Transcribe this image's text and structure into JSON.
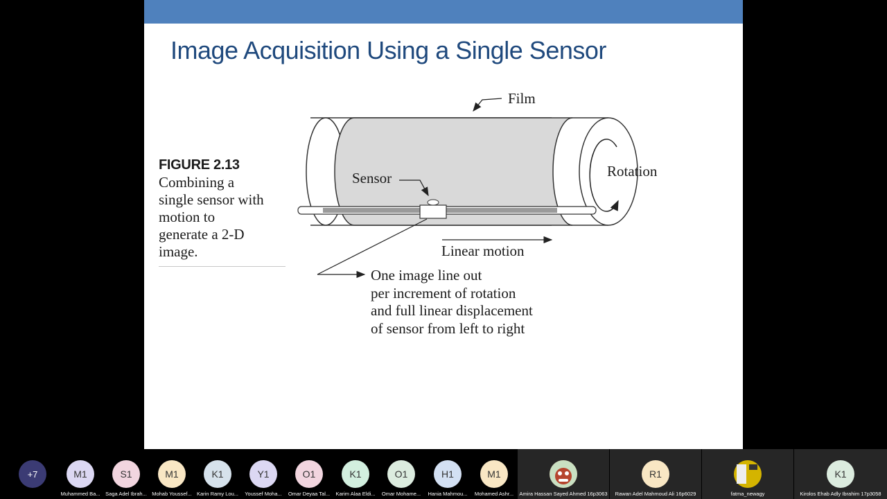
{
  "slide": {
    "title": "Image Acquisition Using a Single Sensor",
    "figure_label": "FIGURE 2.13",
    "caption_lines": [
      "Combining a",
      "single sensor with",
      "motion to",
      "generate a 2-D",
      "image."
    ],
    "labels": {
      "film": "Film",
      "sensor": "Sensor",
      "rotation": "Rotation",
      "linear_motion": "Linear motion",
      "output_lines": [
        "One image line out",
        "per increment of rotation",
        "and full linear displacement",
        "of sensor from left to right"
      ]
    }
  },
  "meeting": {
    "more_count": "+7",
    "participants": [
      {
        "initials": "M1",
        "name": "Muhammed Ba...",
        "color": "#dcd8f3"
      },
      {
        "initials": "S1",
        "name": "Saga Adel Ibrah...",
        "color": "#f2d5df"
      },
      {
        "initials": "M1",
        "name": "Mohab Youssef...",
        "color": "#f9e7c4"
      },
      {
        "initials": "K1",
        "name": "Karin Ramy Lou...",
        "color": "#d6e2ec"
      },
      {
        "initials": "Y1",
        "name": "Youssef Moha...",
        "color": "#dcd8f3"
      },
      {
        "initials": "O1",
        "name": "Omar Deyaa Tal...",
        "color": "#f2d5df"
      },
      {
        "initials": "K1",
        "name": "Karim Alaa Eldi...",
        "color": "#d2efdf"
      },
      {
        "initials": "O1",
        "name": "Omar Mohame...",
        "color": "#dcecdf"
      },
      {
        "initials": "H1",
        "name": "Hania Mahmou...",
        "color": "#d3e0f3"
      },
      {
        "initials": "M1",
        "name": "Mohamed Ashr...",
        "color": "#f9e7c4"
      }
    ],
    "video_tiles": [
      {
        "initials": "",
        "name": "Amira Hassan Sayed Ahmed 16p3063",
        "color": "#b6452e",
        "picture": "cartoon-avatar"
      },
      {
        "initials": "R1",
        "name": "Rawan Adel Mahmoud Ali 16p6029",
        "color": "#f9e7c4"
      },
      {
        "initials": "",
        "name": "fatma_newagy",
        "color": "#d4b400",
        "picture": "photo-avatar"
      },
      {
        "initials": "K1",
        "name": "Kirolos Ehab Adly Ibrahim 17p3058",
        "color": "#dcecdf"
      }
    ]
  }
}
